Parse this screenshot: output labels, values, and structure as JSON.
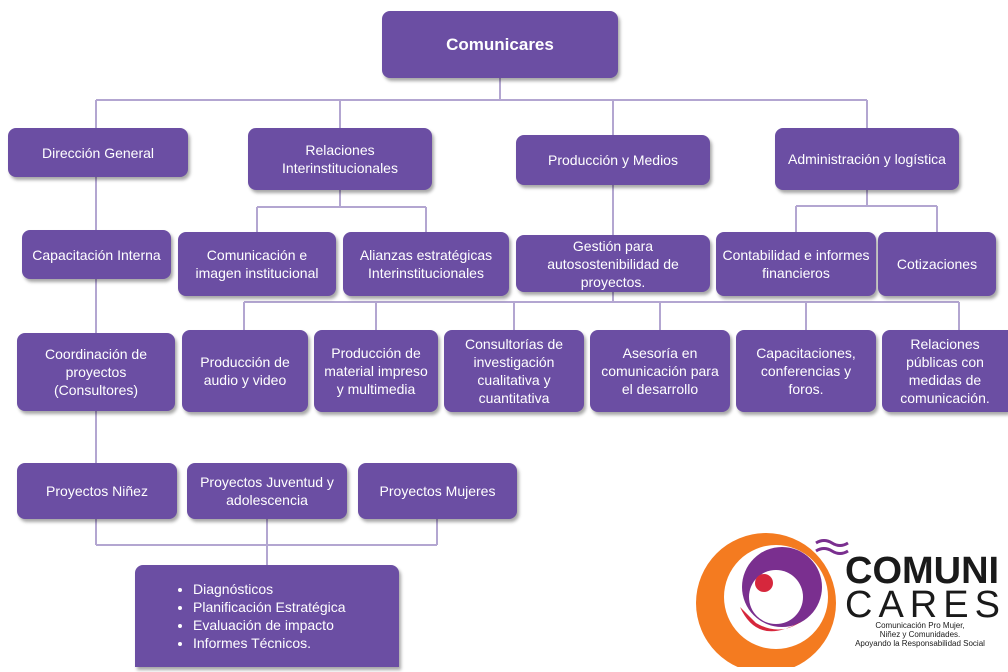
{
  "chart": {
    "root": "Comunicares",
    "dept_direccion": "Dirección General",
    "dept_relaciones": "Relaciones Interinstitucionales",
    "dept_produccion": "Producción y Medios",
    "dept_administracion": "Administración y logística",
    "capacitacion_interna": "Capacitación Interna",
    "coordinacion": "Coordinación de proyectos (Consultores)",
    "comunicacion_imagen": "Comunicación e imagen institucional",
    "alianzas": "Alianzas estratégicas Interinstitucionales",
    "gestion": "Gestión para autosostenibilidad de proyectos.",
    "contabilidad": "Contabilidad e informes financieros",
    "cotizaciones": "Cotizaciones",
    "prod_audio": "Producción de audio y video",
    "prod_material": "Producción de material impreso y multimedia",
    "consultorias": "Consultorías de investigación cualitativa y cuantitativa",
    "asesoria": "Asesoría en comunicación para el desarrollo",
    "capacitaciones": "Capacitaciones, conferencias y foros.",
    "relaciones_publicas": "Relaciones públicas con medidas de comunicación.",
    "proy_ninez": "Proyectos Niñez",
    "proy_juventud": "Proyectos Juventud y adolescencia",
    "proy_mujeres": "Proyectos Mujeres",
    "services": [
      "Diagnósticos",
      "Planificación Estratégica",
      "Evaluación de impacto",
      "Informes Técnicos."
    ]
  },
  "logo": {
    "line1": "COMUNI",
    "line2": "CARES",
    "tagline1": "Comunicación Pro Mujer,",
    "tagline2": "Niñez y Comunidades.",
    "tagline3": "Apoyando la Responsabilidad Social"
  },
  "colors": {
    "box": "#6b4ea3",
    "connector": "#b3a6d1",
    "logo_orange": "#f47b20",
    "logo_purple": "#7a2f8f",
    "logo_red": "#d6273c"
  }
}
